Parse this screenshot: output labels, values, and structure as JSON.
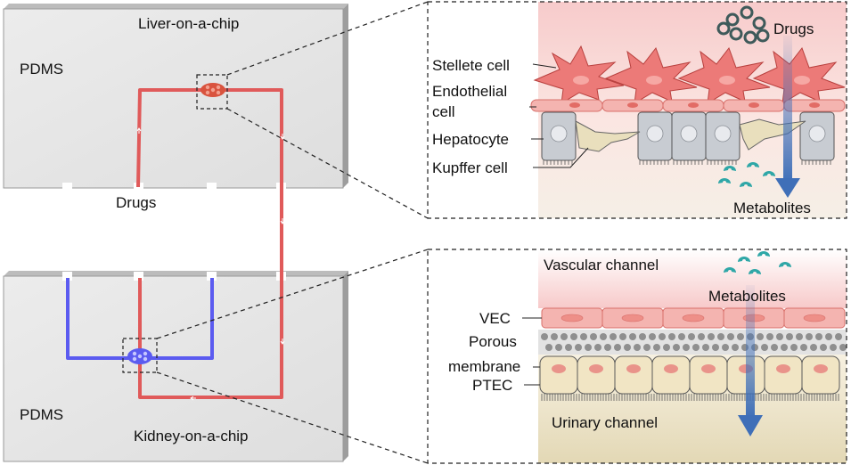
{
  "liver_chip": {
    "title": "Liver-on-a-chip",
    "material": "PDMS",
    "inlet_label": "Drugs"
  },
  "kidney_chip": {
    "title": "Kidney-on-a-chip",
    "material": "PDMS"
  },
  "liver_detail": {
    "labels": {
      "stellate": "Stellete cell",
      "endothelial_line1": "Endothelial",
      "endothelial_line2": "cell",
      "hepatocyte": "Hepatocyte",
      "kupffer": "Kupffer cell"
    },
    "drugs_label": "Drugs",
    "metabolites_label": "Metabolites"
  },
  "kidney_detail": {
    "vascular_channel": "Vascular channel",
    "metabolites_label": "Metabolites",
    "labels": {
      "vec": "VEC",
      "porous_line1": "Porous",
      "porous_line2": "membrane",
      "ptec": "PTEC"
    },
    "urinary_channel": "Urinary channel"
  },
  "colors": {
    "chip_fill": "#e6e6e6",
    "chip_edge": "#9a9a9a",
    "liver_channel": "#e05a5a",
    "kidney_channel": "#5b5bf0",
    "stellate": "#ec7a78",
    "endothelial": "#f4b4b0",
    "hepatocyte": "#c8ccd2",
    "kupffer": "#e9dfbd",
    "metabolite": "#2fa7a7",
    "arrow": "#3f6fb8",
    "ptec": "#f1e5c4"
  }
}
